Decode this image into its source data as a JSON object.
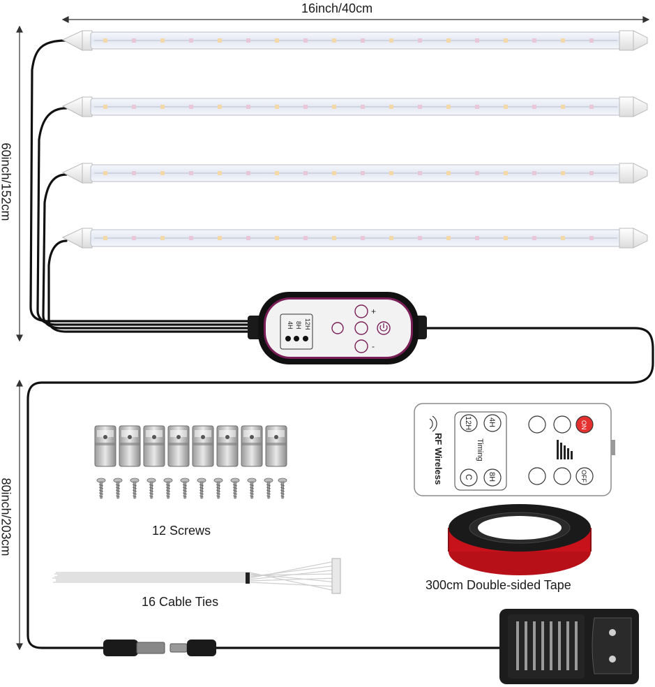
{
  "dimensions": {
    "width_label": "16inch/40cm",
    "height_label": "60inch/152cm",
    "cable_label": "80inch/203cm"
  },
  "controller": {
    "timer_4h": "4H",
    "timer_8h": "8H",
    "timer_12h": "12H",
    "plus": "+",
    "minus": "-"
  },
  "remote": {
    "brand_text": "RF Wireless",
    "btn_12h": "12H",
    "btn_4h": "4H",
    "timing": "Timing",
    "btn_c": "C",
    "btn_8h": "8H",
    "btn_on": "ON",
    "btn_off": "OFF"
  },
  "accessories": {
    "screws_label": "12 Screws",
    "ties_label": "16 Cable Ties",
    "tape_label": "300cm Double-sided Tape"
  },
  "colors": {
    "cable": "#111111",
    "tube": "#eef1f8",
    "endcap": "#f4f4f4",
    "tape_red": "#c8121b",
    "controller_ring": "#7a1e57",
    "on_button": "#e53030"
  }
}
